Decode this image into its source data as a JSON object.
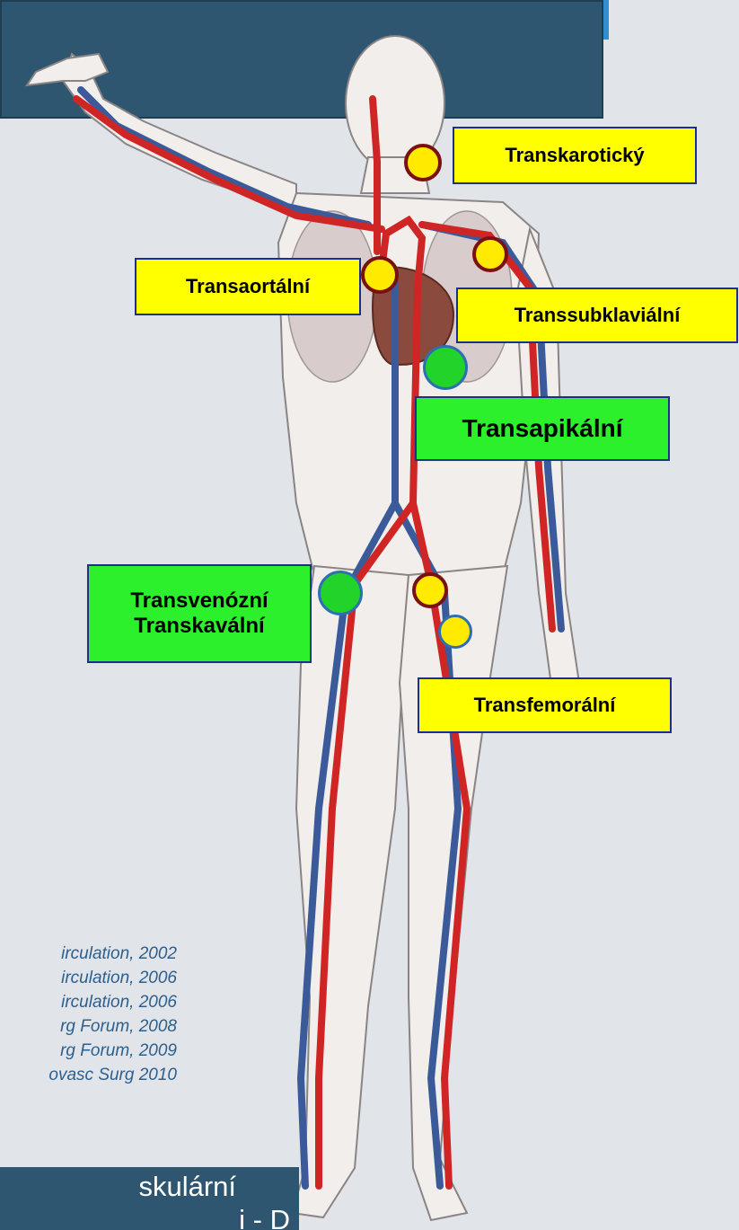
{
  "labels": {
    "transkaroticky": "Transkarotický",
    "transaortalni": "Transaortální",
    "transsubklavialni": "Transsubklaviální",
    "transapikalni": "Transapikální",
    "transvenozni": "Transvenózní",
    "transkavalni": "Transkavální",
    "transfemoralni": "Transfemorální"
  },
  "references": [
    "irculation, 2002",
    "irculation, 2006",
    "irculation, 2006",
    "rg Forum, 2008",
    "rg Forum, 2009",
    "ovasc Surg 2010"
  ],
  "footer": {
    "line1": "skulární",
    "line2": "i - D"
  },
  "colors": {
    "header": "#2e5670",
    "background": "#e1e5ea",
    "label_yellow": "#ffff00",
    "label_green": "#2bf02b",
    "artery": "#d02525",
    "vein": "#3a5a9a",
    "reference_text": "#2c5f8e"
  }
}
